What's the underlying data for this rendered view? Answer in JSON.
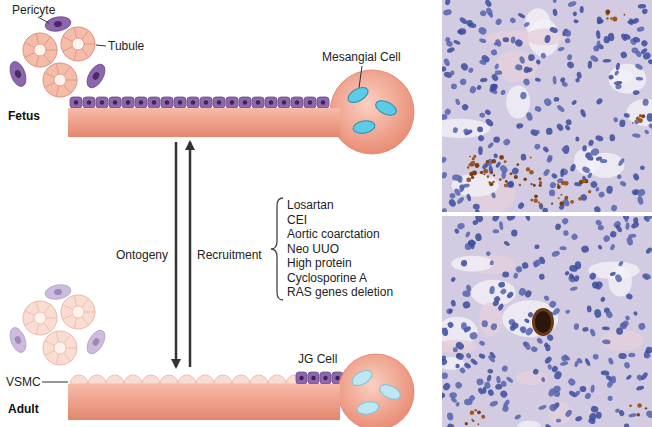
{
  "diagram": {
    "nodes": [
      {
        "text": [
          "Fetus"
        ]
      },
      {
        "text": [
          "Adult"
        ]
      }
    ],
    "edges": [
      {
        "from": 0,
        "to": 1,
        "arrow": "to",
        "label": "Ontogeny"
      },
      {
        "from": 1,
        "to": 0,
        "arrow": "to",
        "label": "Recruitment"
      }
    ],
    "labels": [
      "Pericyte",
      "Tubule",
      "Mesangial Cell",
      "Losartan",
      "CEI",
      "Aortic coarctation",
      "Neo UUO",
      "High protein",
      "Cyclosporine A",
      "RAS genes deletion",
      "VSMC",
      "JG Cell"
    ]
  }
}
